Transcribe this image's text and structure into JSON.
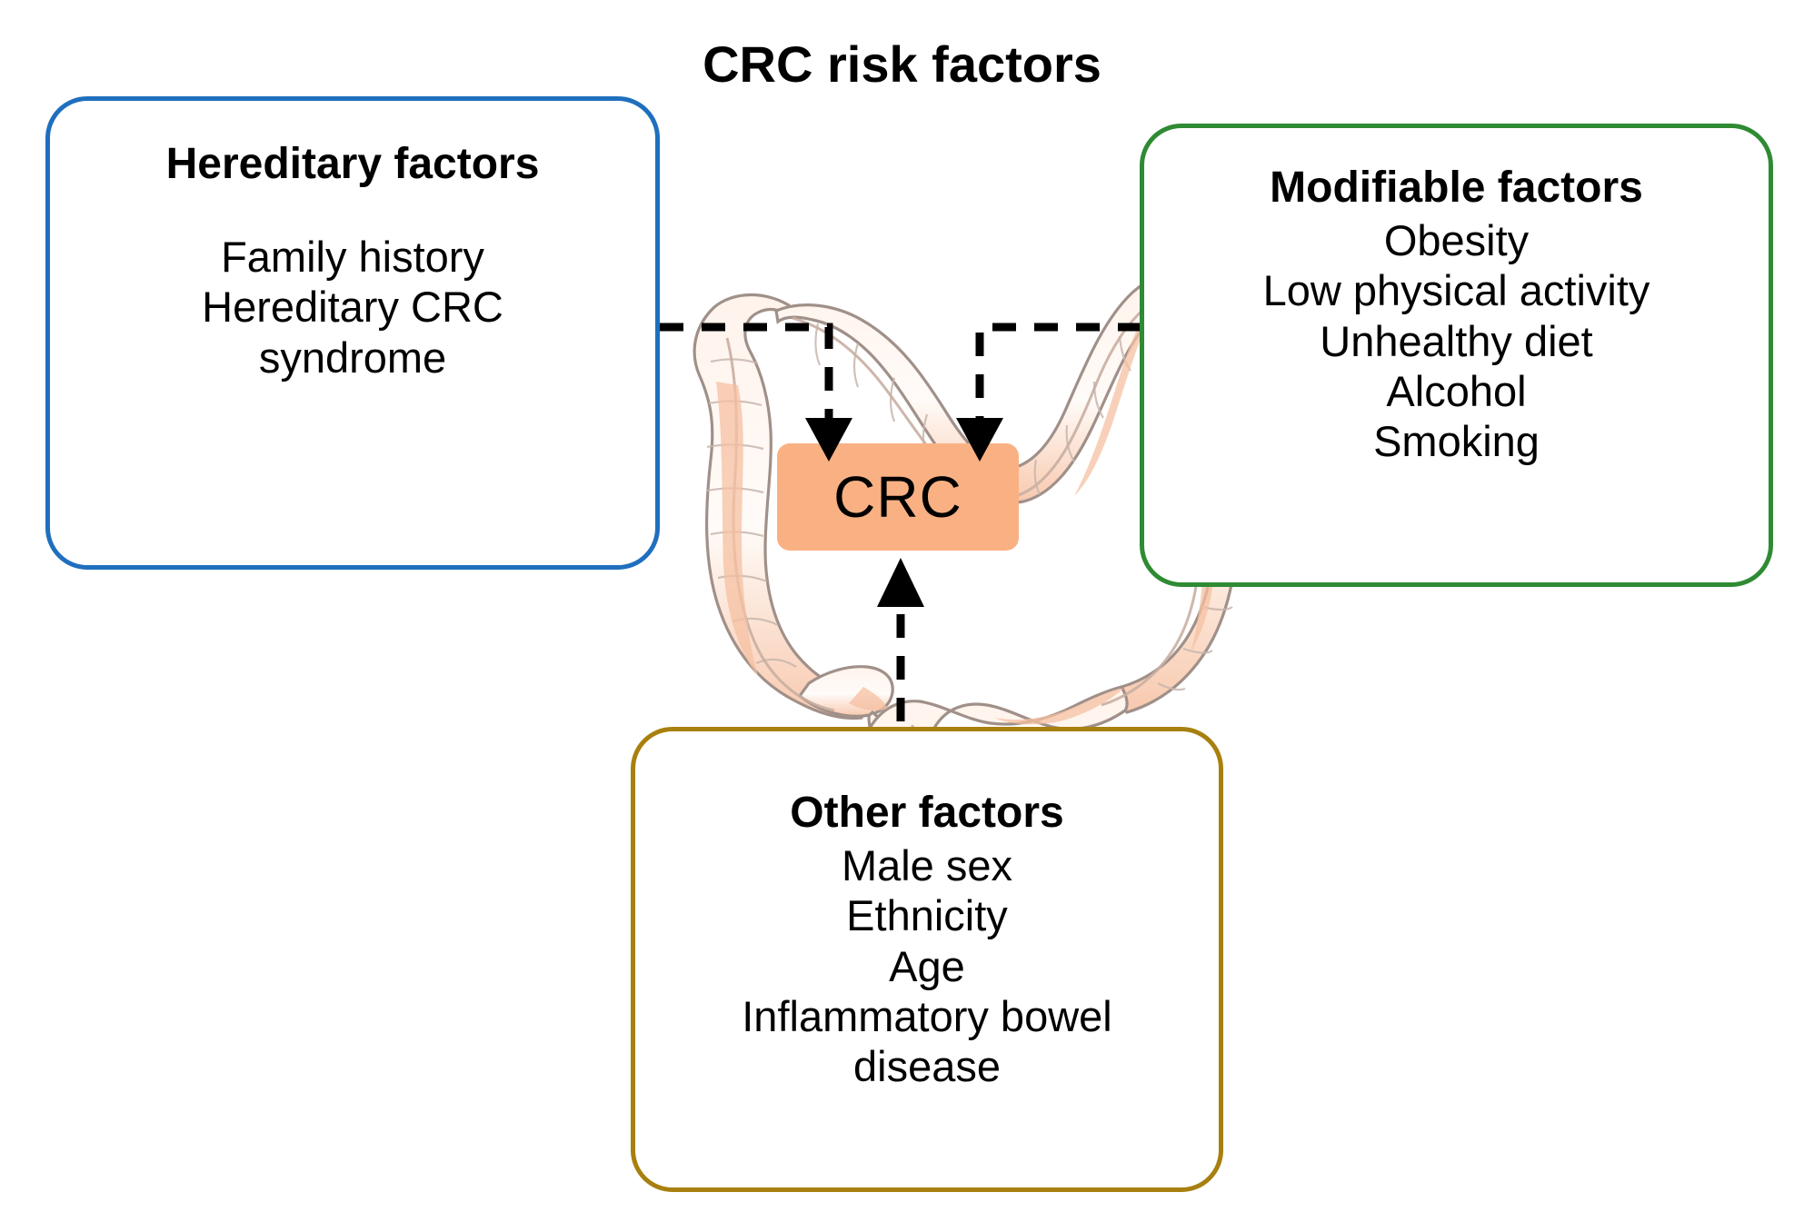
{
  "title": "CRC risk factors",
  "center": {
    "label": "CRC",
    "box_color": "#F9B183",
    "illustration": "colon-illustration"
  },
  "boxes": [
    {
      "id": "hereditary",
      "heading": "Hereditary factors",
      "border_color": "#1F6FBE",
      "items": [
        "Family history",
        "Hereditary CRC",
        "syndrome"
      ]
    },
    {
      "id": "modifiable",
      "heading": "Modifiable factors",
      "border_color": "#2E8B33",
      "items": [
        "Obesity",
        "Low physical activity",
        "Unhealthy diet",
        "Alcohol",
        "Smoking"
      ]
    },
    {
      "id": "other",
      "heading": "Other factors",
      "border_color": "#A8800F",
      "items": [
        "Male sex",
        "Ethnicity",
        "Age",
        "Inflammatory bowel",
        "disease"
      ]
    }
  ],
  "connectors": [
    {
      "id": "hereditary-to-crc",
      "from": "hereditary",
      "to": "crc",
      "style": "dashed",
      "arrow": "down",
      "color": "#000000"
    },
    {
      "id": "modifiable-to-crc",
      "from": "modifiable",
      "to": "crc",
      "style": "dashed",
      "arrow": "down",
      "color": "#000000"
    },
    {
      "id": "other-to-crc",
      "from": "other",
      "to": "crc",
      "style": "dashed",
      "arrow": "up",
      "color": "#000000"
    }
  ]
}
